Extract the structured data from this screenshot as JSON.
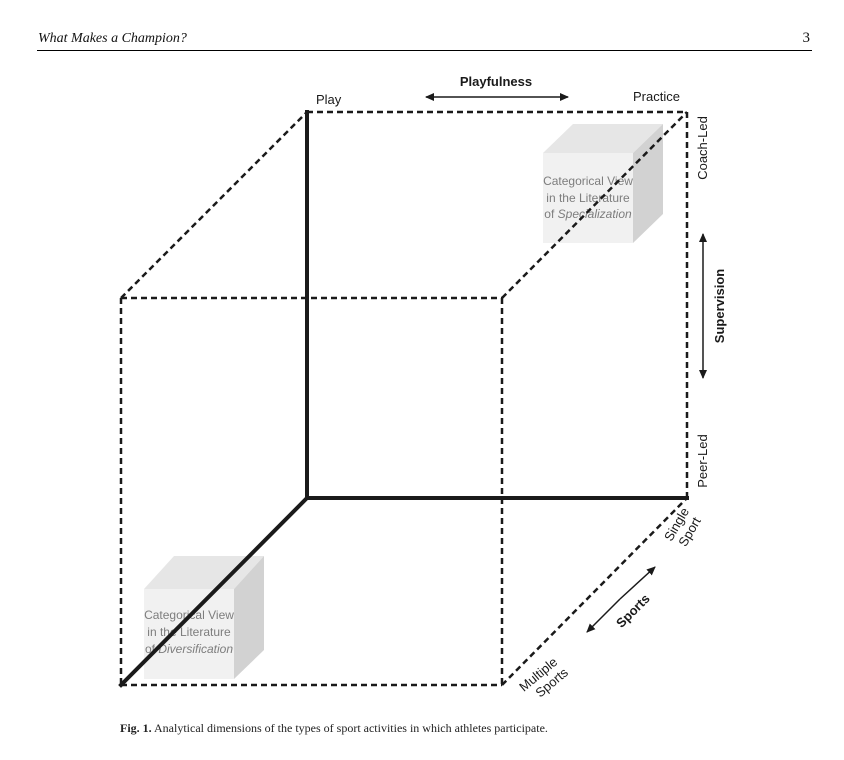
{
  "header": {
    "running_title": "What Makes a Champion?",
    "page_number": "3"
  },
  "figure": {
    "labels": {
      "play": "Play",
      "playfulness": "Playfulness",
      "practice": "Practice",
      "coach_led": "Coach-Led",
      "supervision": "Supervision",
      "peer_led": "Peer-Led",
      "single_line1": "Single",
      "single_line2": "Sport",
      "sports": "Sports",
      "multiple_line1": "Multiple",
      "multiple_line2": "Sports"
    },
    "specialization_box": {
      "line1": "Categorical View",
      "line2": "in the Literature",
      "line3_prefix": "of ",
      "line3_em": "Specialization"
    },
    "diversification_box": {
      "line1": "Categorical View",
      "line2": "in the Literature",
      "line3_prefix": "of ",
      "line3_em": "Diversification"
    },
    "colors": {
      "axis": "#1a1a1a",
      "box_front": "#f1f1f1",
      "box_side": "#d2d2d2",
      "box_top": "#e6e6e6",
      "box_text": "#7d7d7d"
    }
  },
  "caption": {
    "label": "Fig. 1.",
    "text": "Analytical dimensions of the types of sport activities in which athletes participate."
  }
}
